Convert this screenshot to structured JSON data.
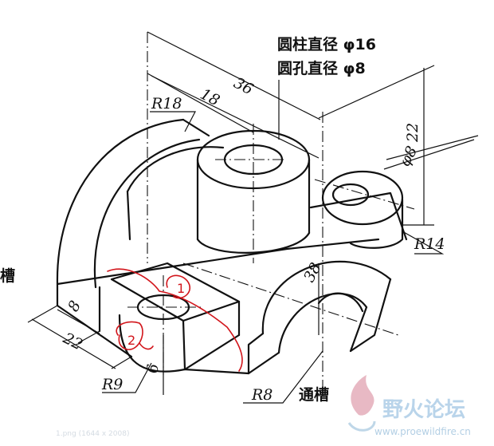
{
  "annotations": {
    "cylinder_dia": "圆柱直径 φ16",
    "hole_dia": "圆孔直径 φ8",
    "slot_through": "通槽",
    "slot_left": "槽"
  },
  "dimensions": {
    "d36": "36",
    "d18": "18",
    "r18": "R18",
    "d22_top": "22",
    "phi8": "φ8",
    "r14": "R14",
    "d38": "38",
    "d8": "8",
    "d22_bottom": "22",
    "d6": "6",
    "r9": "R9",
    "r8": "R8"
  },
  "handwritten_marks": {
    "mark1": "1",
    "mark2": "2"
  },
  "watermark": {
    "logo_text": "野火论坛",
    "url": "www.proewildfire.cn",
    "filename": "1.png (1644 x 2008)"
  }
}
